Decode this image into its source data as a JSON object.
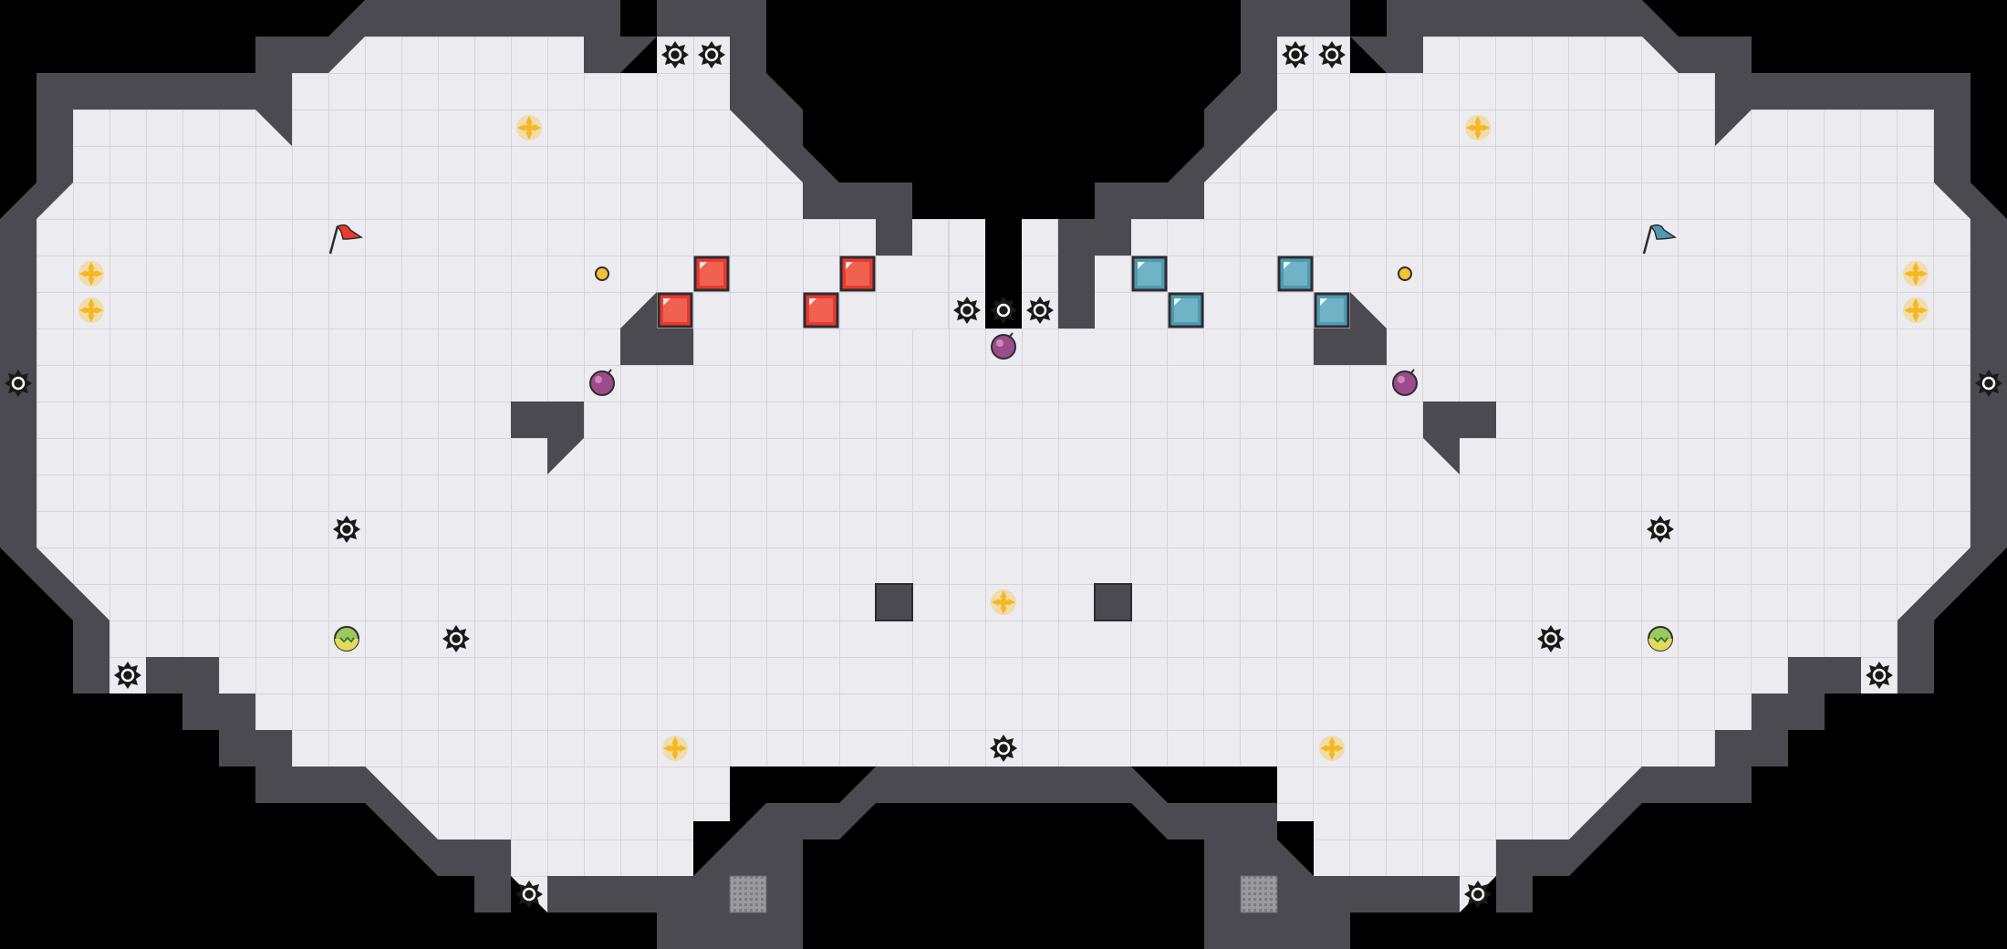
{
  "game": {
    "mode": "capture-the-flag",
    "teams": [
      {
        "name": "red",
        "color": "#e8392f"
      },
      {
        "name": "blue",
        "color": "#4e9ab0"
      }
    ]
  },
  "palette": {
    "background": "#000000",
    "floor": "#ecebef",
    "floor_grid": "#d6d5da",
    "wall": "#4b4a50",
    "wall_edge": "#2d2c31",
    "red_block": "#e8392f",
    "blue_block": "#4e9ab0",
    "boost": "#f5c23a",
    "bomb": "#9a4d88",
    "powerup": "#9cc95a",
    "spike": "#1a1a1a",
    "portal_dot": "#f2c230",
    "gate": "#8d8d92"
  },
  "legend": {
    "flag_icon": "flag-icon",
    "spike_icon": "spike-icon",
    "boost_icon": "speed-boost-icon",
    "bomb_icon": "bomb-icon",
    "powerup_icon": "powerup-icon",
    "gate_icon": "gate-icon"
  }
}
